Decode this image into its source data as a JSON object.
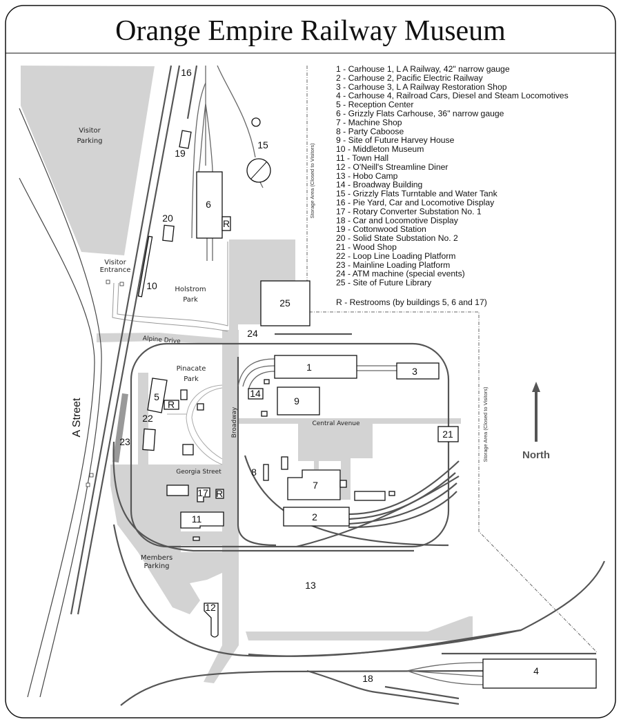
{
  "title": "Orange Empire Railway Museum",
  "legend": [
    "1 - Carhouse 1, L A Railway, 42\" narrow gauge",
    "2 - Carhouse 2, Pacific Electric Railway",
    "3 - Carhouse 3, L A Railway Restoration Shop",
    "4 - Carhouse 4, Railroad Cars, Diesel and Steam Locomotives",
    "5 - Reception Center",
    "6 - Grizzly Flats Carhouse, 36\" narrow gauge",
    "7 - Machine Shop",
    "8 - Party Caboose",
    "9 - Site of Future Harvey House",
    "10 - Middleton Museum",
    "11 - Town Hall",
    "12 - O'Neill's Streamline Diner",
    "13 - Hobo Camp",
    "14 - Broadway Building",
    "15 - Grizzly Flats Turntable and Water Tank",
    "16 - Pie Yard, Car and Locomotive Display",
    "17 - Rotary Converter Substation No. 1",
    "18 - Car and Locomotive Display",
    "19 - Cottonwood Station",
    "20 - Solid State Substation No. 2",
    "21 - Wood Shop",
    "22 - Loop Line Loading Platform",
    "23 - Mainline Loading Platform",
    "24 - ATM machine (special events)",
    "25 - Site of Future Library"
  ],
  "restrooms_note": "R -  Restrooms (by buildings 5, 6 and 17)",
  "places": {
    "visitor_parking": [
      "Visitor",
      "Parking"
    ],
    "visitor_entrance": [
      "Visitor",
      "Entrance"
    ],
    "holstrom_park": [
      "Holstrom",
      "Park"
    ],
    "pinacate_park": [
      "Pinacate",
      "Park"
    ],
    "members_parking": [
      "Members",
      "Parking"
    ],
    "alpine_drive": "Alpine Drive",
    "central_avenue": "Central Avenue",
    "georgia_street": "Georgia Street",
    "broadway": "Broadway",
    "a_street": "A Street",
    "storage_area": "Storage Area (Closed to Visitors)",
    "north": "North"
  },
  "labels": {
    "n1": "1",
    "n2": "2",
    "n3": "3",
    "n4": "4",
    "n5": "5",
    "n6": "6",
    "n7": "7",
    "n8": "8",
    "n9": "9",
    "n10": "10",
    "n11": "11",
    "n12": "12",
    "n13": "13",
    "n14": "14",
    "n15": "15",
    "n16": "16",
    "n17": "17",
    "n18": "18",
    "n19": "19",
    "n20": "20",
    "n21": "21",
    "n22": "22",
    "n23": "23",
    "n24": "24",
    "n25": "25",
    "r": "R"
  },
  "colors": {
    "track": "#555555",
    "pavement": "#d3d3d3",
    "ink": "#111111"
  }
}
